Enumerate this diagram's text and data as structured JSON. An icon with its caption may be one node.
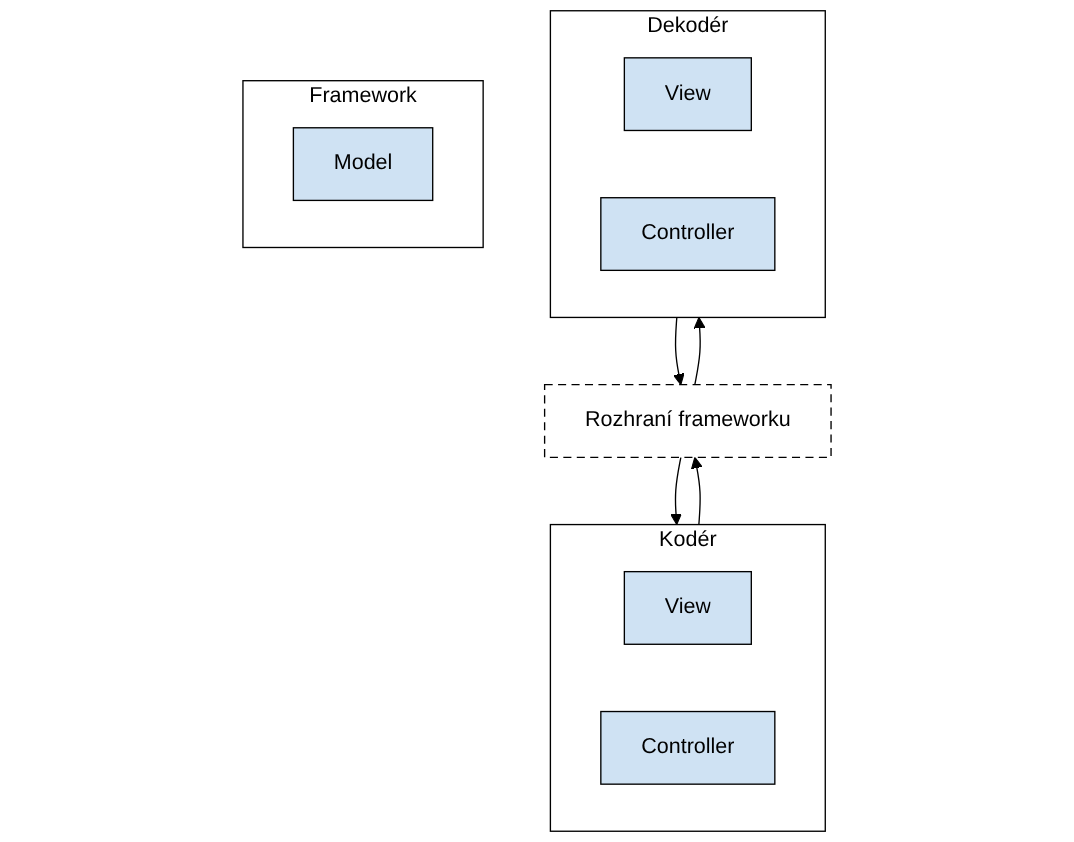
{
  "diagram": {
    "nodes": [
      {
        "text": [
          "Kodér"
        ]
      },
      {
        "text": [
          "View"
        ],
        "in": 0
      },
      {
        "text": [
          "Controller"
        ],
        "in": 0
      },
      {
        "text": [
          "Dekodér"
        ]
      },
      {
        "text": [
          "View"
        ],
        "in": 3
      },
      {
        "text": [
          "Controller"
        ],
        "in": 3
      },
      {
        "text": [
          "Rozhraní frameworku"
        ]
      },
      {
        "text": [
          "Framework"
        ]
      },
      {
        "text": [
          "Model"
        ],
        "in": 7
      }
    ],
    "edges": [
      {
        "from": 0,
        "to": 6,
        "arrow": "to"
      },
      {
        "from": 6,
        "to": 0,
        "arrow": "to"
      },
      {
        "from": 6,
        "to": 3,
        "arrow": "to"
      },
      {
        "from": 3,
        "to": 6,
        "arrow": "to"
      }
    ]
  }
}
